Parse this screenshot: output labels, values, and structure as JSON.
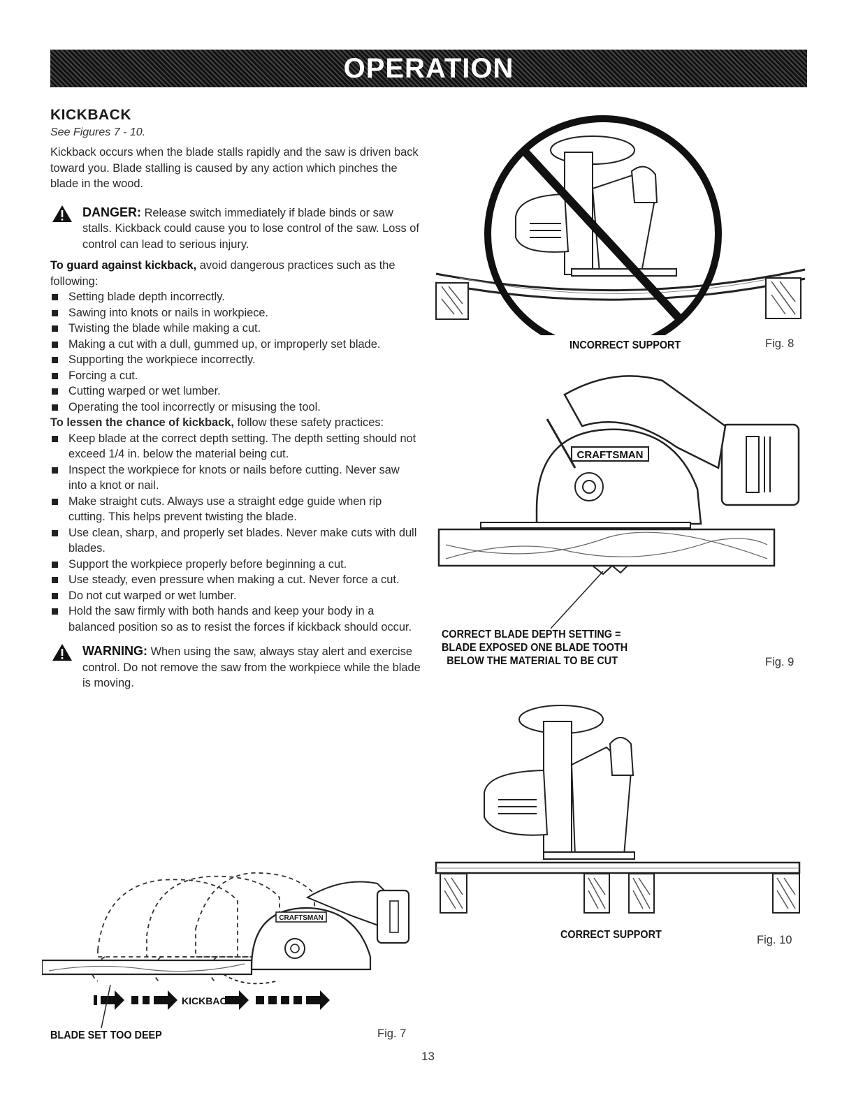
{
  "header": {
    "title": "OPERATION"
  },
  "section": {
    "title": "KICKBACK",
    "see_figures": "See Figures 7 - 10.",
    "intro": "Kickback occurs when the blade stalls rapidly and the saw is driven back toward you. Blade stalling is caused by any action which pinches the blade in the wood.",
    "danger": {
      "label": "DANGER:",
      "text": "Release switch immediately if blade binds or saw stalls. Kickback could cause you to lose control of the saw. Loss of control can lead to serious injury."
    },
    "guard": {
      "lead_bold": "To guard against kickback,",
      "lead_rest": "avoid dangerous practices such as the following:",
      "items": [
        "Setting blade depth incorrectly.",
        "Sawing into knots or nails in workpiece.",
        "Twisting the blade while making a cut.",
        "Making a cut with a dull, gummed up, or improperly set blade.",
        "Supporting the workpiece incorrectly.",
        "Forcing a cut.",
        "Cutting warped or wet lumber.",
        "Operating the tool incorrectly or misusing the tool."
      ]
    },
    "lessen": {
      "lead_bold": "To lessen the chance of kickback,",
      "lead_rest": "follow these safety practices:",
      "items": [
        "Keep blade at the correct depth setting. The depth setting should not exceed 1/4 in. below the material being cut.",
        "Inspect the workpiece for knots or nails before cutting. Never saw into a knot or nail.",
        "Make straight cuts. Always use a straight edge guide when rip cutting. This helps prevent twisting the blade.",
        "Use clean, sharp, and properly set blades. Never make cuts with dull blades.",
        "Support the workpiece properly before beginning a cut.",
        "Use steady, even pressure when making a cut. Never force a cut.",
        "Do not cut warped or wet lumber.",
        "Hold the saw firmly with both hands and keep your body in a balanced position so as to resist the forces if kickback should occur."
      ]
    },
    "warning": {
      "label": "WARNING:",
      "text": "When using the saw, always stay alert and exercise control. Do not remove the saw from the workpiece while the blade is moving."
    }
  },
  "figures": {
    "fig7": {
      "caption": "BLADE SET TOO DEEP",
      "number": "Fig. 7",
      "saw_brand": "CRAFTSMAN",
      "arrow_text": "KICKBACK"
    },
    "fig8": {
      "caption": "INCORRECT SUPPORT",
      "number": "Fig. 8"
    },
    "fig9": {
      "caption_lines": [
        "CORRECT BLADE DEPTH SETTING =",
        "BLADE EXPOSED ONE BLADE TOOTH",
        "BELOW THE MATERIAL TO BE CUT"
      ],
      "number": "Fig. 9",
      "saw_brand": "CRAFTSMAN"
    },
    "fig10": {
      "caption": "CORRECT SUPPORT",
      "number": "Fig. 10"
    }
  },
  "page_number": "13"
}
